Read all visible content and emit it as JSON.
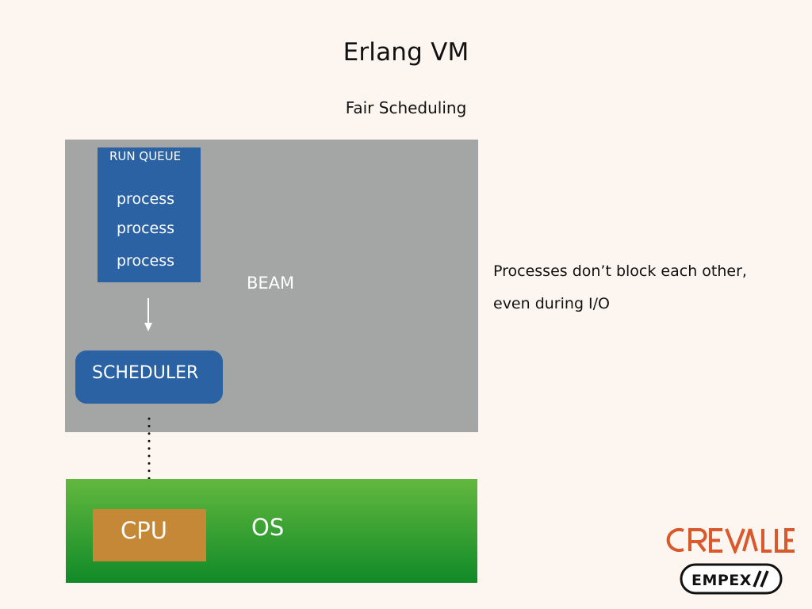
{
  "slide": {
    "title": "Erlang VM",
    "subtitle": "Fair Scheduling"
  },
  "diagram": {
    "beam_label": "BEAM",
    "run_queue": {
      "title": "RUN QUEUE",
      "processes": [
        "process",
        "process",
        "process"
      ]
    },
    "scheduler_label": "SCHEDULER",
    "os_label": "OS",
    "cpu_label": "CPU"
  },
  "notes": {
    "line1": "Processes don’t block each other,",
    "line2": "even during I/O"
  },
  "logos": {
    "crevalle": "CREVALLE",
    "empex": "EMPEX//"
  },
  "colors": {
    "background": "#fdf6f0",
    "beam": "#a3a6a5",
    "blue_boxes": "#2a62a3",
    "os_top": "#62b83e",
    "os_bottom": "#118a28",
    "cpu": "#c48836",
    "crevalle_logo": "#d9582c"
  }
}
